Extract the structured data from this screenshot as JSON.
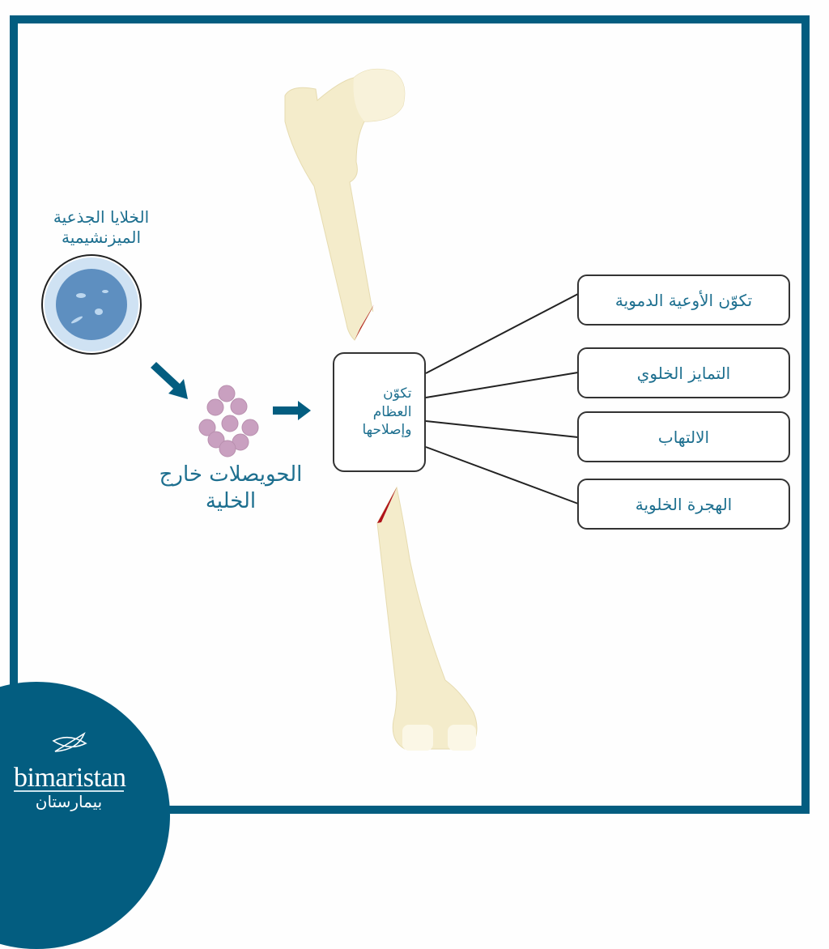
{
  "stem_cells": {
    "label_line1": "الخلايا الجذعية",
    "label_line2": "الميزنشيمية"
  },
  "vesicles": {
    "label_line1": "الحويصلات خارج",
    "label_line2": "الخلية"
  },
  "center": {
    "label": "تكوّن العظام وإصلاحها"
  },
  "outcomes": [
    {
      "label": "تكوّن الأوعية الدموية"
    },
    {
      "label": "التمايز الخلوي"
    },
    {
      "label": "الالتهاب"
    },
    {
      "label": "الهجرة الخلوية"
    }
  ],
  "logo": {
    "name": "bimaristan",
    "arabic": "بيمارستان"
  },
  "colors": {
    "frame": "#035d80",
    "text": "#1d6f8f",
    "bone": "#f4eccb",
    "fracture": "#b0121b",
    "cell": "#6b9ccc",
    "vesicle": "#c9a0c0"
  }
}
